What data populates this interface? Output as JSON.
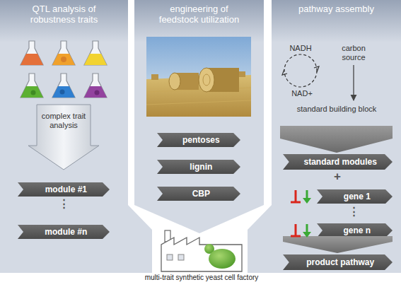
{
  "diagram": {
    "nodes": [
      {
        "text": [
          "QTL analysis of robustness traits"
        ]
      },
      {
        "text": [
          "complex trait analysis"
        ],
        "in": 0
      },
      {
        "text": [
          "module #1"
        ],
        "in": 0
      },
      {
        "text": [
          "module #n"
        ],
        "in": 0
      },
      {
        "text": [
          "engineering of feedstock utilization"
        ]
      },
      {
        "text": [
          "pentoses"
        ],
        "in": 4
      },
      {
        "text": [
          "lignin"
        ],
        "in": 4
      },
      {
        "text": [
          "CBP"
        ],
        "in": 4
      },
      {
        "text": [
          "pathway assembly"
        ]
      },
      {
        "text": [
          "standard modules"
        ],
        "in": 8
      },
      {
        "text": [
          "gene 1"
        ],
        "in": 8
      },
      {
        "text": [
          "gene n"
        ],
        "in": 8
      },
      {
        "text": [
          "product pathway"
        ],
        "in": 8
      },
      {
        "text": [
          "multi-trait synthetic yeast cell factory"
        ]
      }
    ],
    "labels": [
      "⋮",
      "NADH",
      "NAD+",
      "carbon source",
      "standard building block",
      "+",
      "⋮"
    ]
  }
}
